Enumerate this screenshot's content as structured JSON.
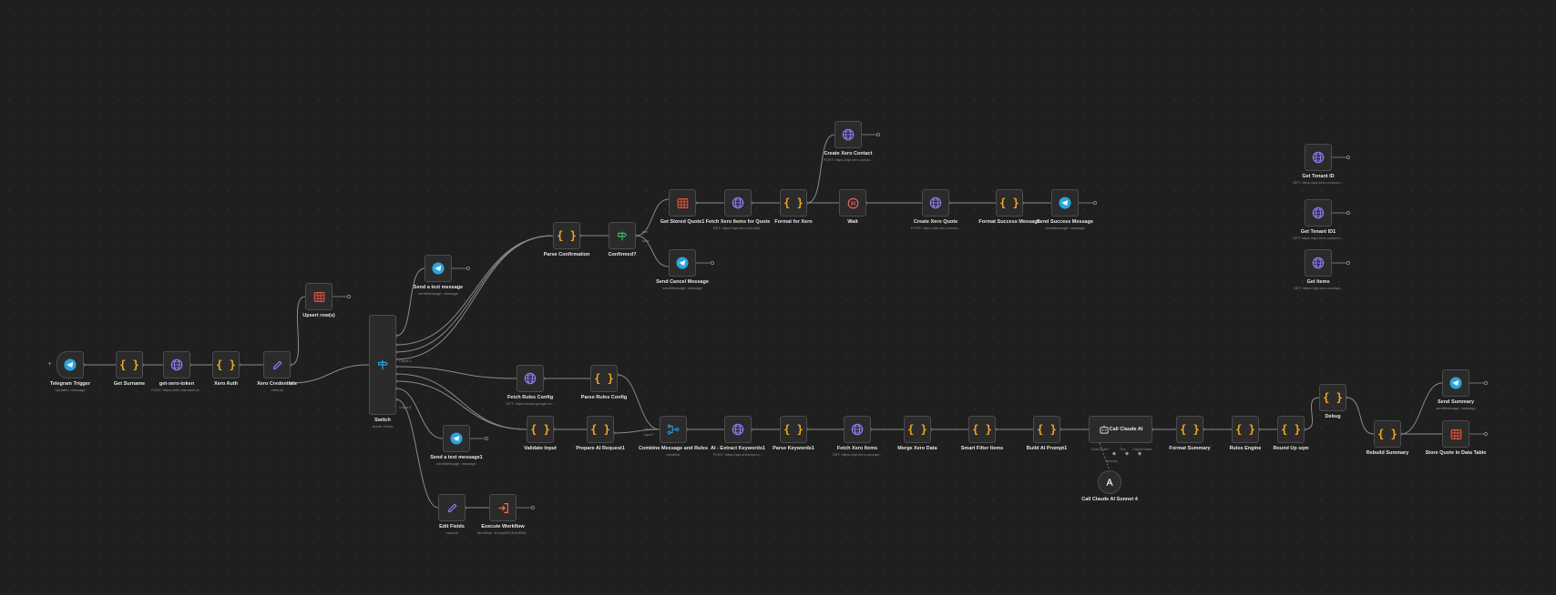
{
  "canvas": {
    "trigger_plus": "+",
    "nodes": [
      {
        "id": "telegram-trigger",
        "name": "Telegram Trigger",
        "sub": "Updates: message",
        "icon": "telegram-icon",
        "shape": "trigger"
      },
      {
        "id": "get-surname",
        "name": "Get Surname",
        "sub": "",
        "icon": "code-icon"
      },
      {
        "id": "get-xero-token",
        "name": "get-xero-token",
        "sub": "POST: https://n8n-hamachi-st...",
        "icon": "globe-icon"
      },
      {
        "id": "xero-auth",
        "name": "Xero Auth",
        "sub": "",
        "icon": "code-icon"
      },
      {
        "id": "xero-credentials",
        "name": "Xero Credentials",
        "sub": "manual",
        "icon": "pencil-icon"
      },
      {
        "id": "upsert-row",
        "name": "Upsert row(s)",
        "sub": "",
        "icon": "table-icon"
      },
      {
        "id": "switch",
        "name": "Switch",
        "sub": "mode: Rules",
        "icon": "switch-icon",
        "shape": "tall"
      },
      {
        "id": "send-text-message",
        "name": "Send a text message",
        "sub": "sendMessage: message",
        "icon": "telegram-icon"
      },
      {
        "id": "send-text-message1",
        "name": "Send a text message1",
        "sub": "sendMessage: message",
        "icon": "telegram-icon"
      },
      {
        "id": "edit-fields",
        "name": "Edit Fields",
        "sub": "manual",
        "icon": "pencil-icon"
      },
      {
        "id": "execute-workflow",
        "name": "Execute Workflow",
        "sub": "Workflow: 1hxhpbRD3d5J8N6...",
        "icon": "execute-icon"
      },
      {
        "id": "parse-confirmation",
        "name": "Parse Confirmation",
        "sub": "",
        "icon": "code-icon"
      },
      {
        "id": "confirmed",
        "name": "Confirmed?",
        "sub": "",
        "icon": "if-icon"
      },
      {
        "id": "get-stored-quote1",
        "name": "Get Stored Quote1",
        "sub": "",
        "icon": "table-icon"
      },
      {
        "id": "send-cancel-message",
        "name": "Send Cancel Message",
        "sub": "sendMessage: message",
        "icon": "telegram-icon"
      },
      {
        "id": "fetch-xero-items-for-quote",
        "name": "Fetch Xero Items for Quote",
        "sub": "GET: https://api.xero.com/api...",
        "icon": "globe-icon"
      },
      {
        "id": "format-for-xero",
        "name": "Format for Xero",
        "sub": "",
        "icon": "code-icon"
      },
      {
        "id": "create-xero-contact",
        "name": "Create Xero Contact",
        "sub": "POST: https://api.xero.com/a...",
        "icon": "globe-icon"
      },
      {
        "id": "wait",
        "name": "Wait",
        "sub": "",
        "icon": "pause-icon"
      },
      {
        "id": "create-xero-quote",
        "name": "Create Xero Quote",
        "sub": "POST: https://api.xero.com/a...",
        "icon": "globe-icon"
      },
      {
        "id": "format-success-message",
        "name": "Format Success Message",
        "sub": "",
        "icon": "code-icon"
      },
      {
        "id": "send-success-message",
        "name": "Send Success Message",
        "sub": "sendMessage: message",
        "icon": "telegram-icon"
      },
      {
        "id": "fetch-rules-config",
        "name": "Fetch Rules Config",
        "sub": "GET: https://script.google.co...",
        "icon": "globe-icon"
      },
      {
        "id": "parse-rules-config",
        "name": "Parse Rules Config",
        "sub": "",
        "icon": "code-icon"
      },
      {
        "id": "validate-input",
        "name": "Validate Input",
        "sub": "",
        "icon": "code-icon"
      },
      {
        "id": "prepare-ai-request1",
        "name": "Prepare AI Request1",
        "sub": "",
        "icon": "code-icon"
      },
      {
        "id": "combine-message-and-rules",
        "name": "Combine Message and Rules",
        "sub": "combine",
        "icon": "merge-icon"
      },
      {
        "id": "ai-extract-keywords1",
        "name": "AI - Extract Keywords1",
        "sub": "POST: https://api.anthropic.c...",
        "icon": "globe-icon"
      },
      {
        "id": "parse-keywords1",
        "name": "Parse Keywords1",
        "sub": "",
        "icon": "code-icon"
      },
      {
        "id": "fetch-xero-items",
        "name": "Fetch Xero Items",
        "sub": "GET: https://api.xero.com/api...",
        "icon": "globe-icon"
      },
      {
        "id": "merge-xero-data",
        "name": "Merge Xero Data",
        "sub": "",
        "icon": "code-icon"
      },
      {
        "id": "smart-filter-items",
        "name": "Smart Filter Items",
        "sub": "",
        "icon": "code-icon"
      },
      {
        "id": "build-ai-prompt1",
        "name": "Build AI Prompt1",
        "sub": "",
        "icon": "code-icon"
      },
      {
        "id": "call-claude-ai",
        "name": "Call Claude AI",
        "sub": "",
        "icon": "robot-icon",
        "shape": "wide"
      },
      {
        "id": "call-claude-ai-sonnet",
        "name": "Call Claude AI Sonnet 4",
        "sub": "",
        "icon": "anthropic-icon",
        "shape": "sub"
      },
      {
        "id": "format-summary",
        "name": "Format Summary",
        "sub": "",
        "icon": "code-icon"
      },
      {
        "id": "rules-engine",
        "name": "Rules Engine",
        "sub": "",
        "icon": "code-icon"
      },
      {
        "id": "round-up-sqm",
        "name": "Round Up sqm",
        "sub": "",
        "icon": "code-icon"
      },
      {
        "id": "debug",
        "name": "Debug",
        "sub": "",
        "icon": "code-icon"
      },
      {
        "id": "rebuild-summary",
        "name": "Rebuild Summary",
        "sub": "",
        "icon": "code-icon"
      },
      {
        "id": "send-summary",
        "name": "Send Summary",
        "sub": "sendMessage: message",
        "icon": "telegram-icon"
      },
      {
        "id": "store-quote-in-data-table",
        "name": "Store Quote In Data Table",
        "sub": "",
        "icon": "table-icon"
      },
      {
        "id": "get-tenant-id",
        "name": "Get Tenant ID",
        "sub": "GET: https://api.xero.com/con...",
        "icon": "globe-icon"
      },
      {
        "id": "get-tenant-id1",
        "name": "Get Tenant ID1",
        "sub": "GET: https://api.xero.com/con...",
        "icon": "globe-icon"
      },
      {
        "id": "get-items",
        "name": "Get Items",
        "sub": "GET: https://api.xero.com/api...",
        "icon": "globe-icon"
      }
    ],
    "port_labels": [
      {
        "id": "switch-out-3",
        "text": "Output 3"
      },
      {
        "id": "switch-out-5",
        "text": "Output 5"
      },
      {
        "id": "confirmed-true",
        "text": "true"
      },
      {
        "id": "confirmed-false",
        "text": "false"
      },
      {
        "id": "combine-input1",
        "text": "Input 1"
      },
      {
        "id": "combine-input2",
        "text": "Input 2"
      },
      {
        "id": "claude-chat-model",
        "text": "Chat Model*"
      },
      {
        "id": "claude-memory",
        "text": "Memory"
      },
      {
        "id": "claude-tool",
        "text": "Tool"
      },
      {
        "id": "claude-output-parser",
        "text": "Output Parser"
      }
    ],
    "colors": {
      "background": "#1f1f1f",
      "node": "#2b2b2b",
      "node_border": "#4b4b4b",
      "edge": "#8a8a8a",
      "code": "#f5a623",
      "globe": "#8a7ff5",
      "telegram": "#2aa3e0",
      "table": "#e5533c",
      "pencil": "#8a7ff5",
      "switch": "#2aa3e0",
      "if": "#35c06a",
      "pause": "#ff6b6b",
      "execute": "#ff6b4a"
    }
  }
}
